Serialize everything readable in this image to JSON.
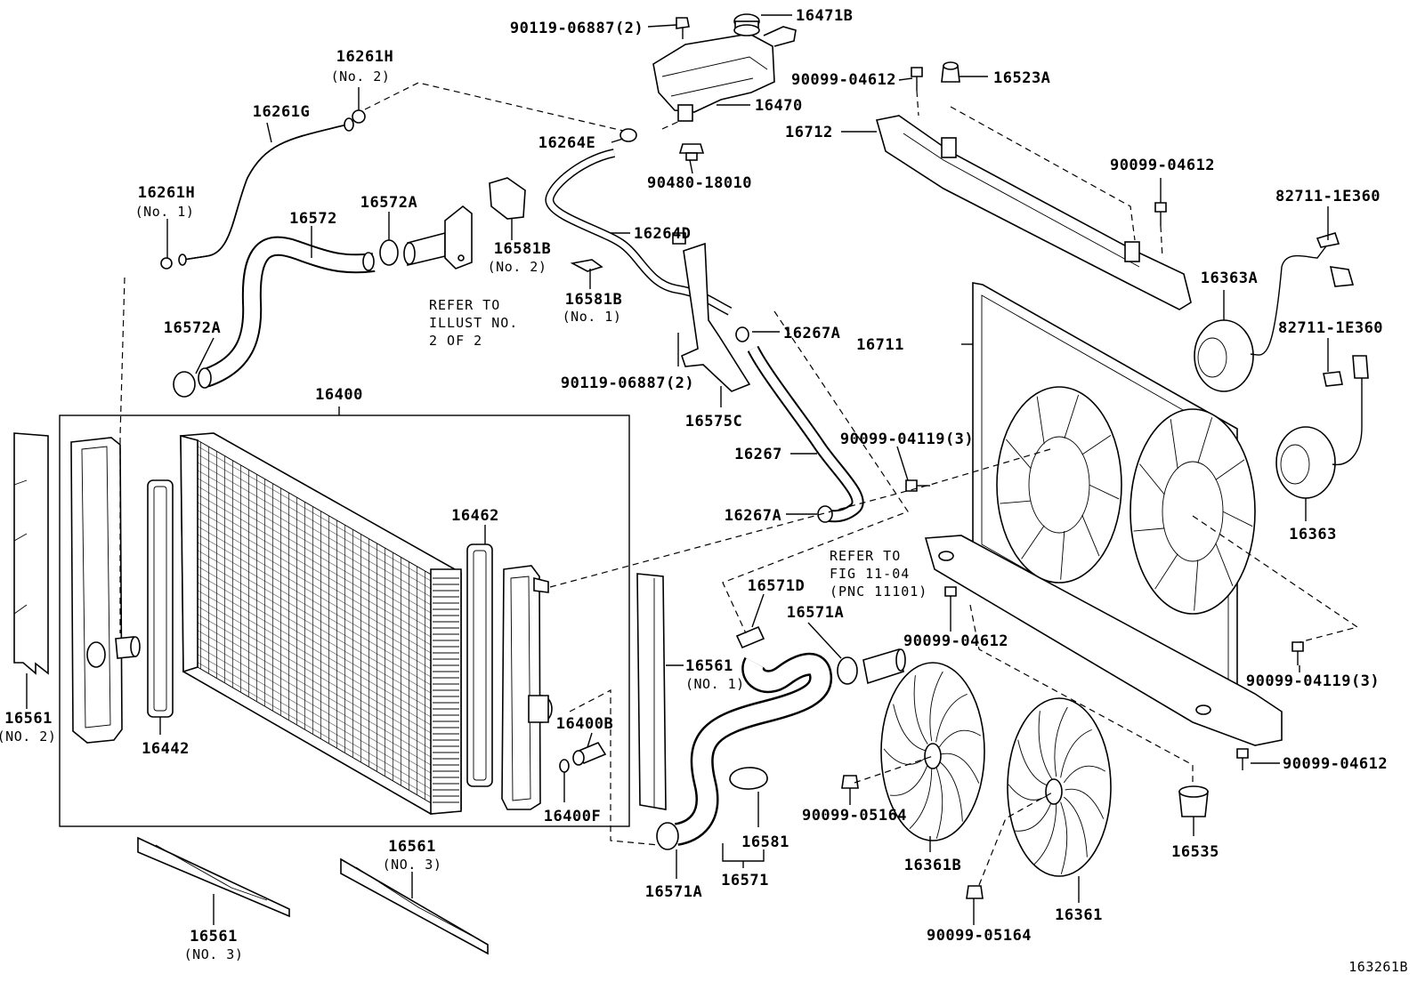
{
  "diagram": {
    "figure_code": "163261B",
    "assembly": {
      "group_label": "16400"
    },
    "parts": [
      {
        "id": "p01",
        "number": "90119-06887",
        "qty": "(2)"
      },
      {
        "id": "p02",
        "number": "16471B"
      },
      {
        "id": "p03",
        "number": "16261H",
        "note": "(No. 2)"
      },
      {
        "id": "p04",
        "number": "90099-04612"
      },
      {
        "id": "p05",
        "number": "16523A"
      },
      {
        "id": "p06",
        "number": "16261G"
      },
      {
        "id": "p07",
        "number": "16470"
      },
      {
        "id": "p08",
        "number": "16712"
      },
      {
        "id": "p09",
        "number": "16264E"
      },
      {
        "id": "p10",
        "number": "90480-18010"
      },
      {
        "id": "p11",
        "number": "90099-04612"
      },
      {
        "id": "p12",
        "number": "16261H",
        "note": "(No. 1)"
      },
      {
        "id": "p13",
        "number": "16572"
      },
      {
        "id": "p14",
        "number": "16572A"
      },
      {
        "id": "p15",
        "number": "16581B",
        "note": "(No. 2)"
      },
      {
        "id": "p16",
        "number": "16264D"
      },
      {
        "id": "p17",
        "number": "82711-1E360"
      },
      {
        "id": "p18",
        "number": "16581B",
        "note": "(No. 1)"
      },
      {
        "id": "p19",
        "number": "16363A"
      },
      {
        "id": "p20",
        "number": "16572A"
      },
      {
        "id": "p21",
        "number": "16267A"
      },
      {
        "id": "p22",
        "number": "82711-1E360"
      },
      {
        "id": "p23",
        "number": "90119-06887",
        "qty": "(2)"
      },
      {
        "id": "p24",
        "number": "16711"
      },
      {
        "id": "p25",
        "number": "16575C"
      },
      {
        "id": "p26",
        "number": "90099-04119",
        "qty": "(3)"
      },
      {
        "id": "p27",
        "number": "16267"
      },
      {
        "id": "p28",
        "number": "16363"
      },
      {
        "id": "p29",
        "number": "16267A"
      },
      {
        "id": "p30",
        "number": "16462"
      },
      {
        "id": "p31",
        "number": "16571D"
      },
      {
        "id": "p32",
        "number": "16571A"
      },
      {
        "id": "p33",
        "number": "90099-04612"
      },
      {
        "id": "p34",
        "number": "16561",
        "note": "(NO. 1)"
      },
      {
        "id": "p35",
        "number": "90099-04119",
        "qty": "(3)"
      },
      {
        "id": "p36",
        "number": "16561",
        "note": "(NO. 2)"
      },
      {
        "id": "p37",
        "number": "16400B"
      },
      {
        "id": "p38",
        "number": "16442"
      },
      {
        "id": "p39",
        "number": "90099-04612"
      },
      {
        "id": "p40",
        "number": "16400F"
      },
      {
        "id": "p41",
        "number": "90099-05164"
      },
      {
        "id": "p42",
        "number": "16581"
      },
      {
        "id": "p43",
        "number": "16361B"
      },
      {
        "id": "p44",
        "number": "16535"
      },
      {
        "id": "p45",
        "number": "16571A"
      },
      {
        "id": "p46",
        "number": "16571"
      },
      {
        "id": "p47",
        "number": "16561",
        "note": "(NO. 3)"
      },
      {
        "id": "p48",
        "number": "16561",
        "note": "(NO. 3)"
      },
      {
        "id": "p49",
        "number": "16361"
      },
      {
        "id": "p50",
        "number": "90099-05164"
      }
    ],
    "refer_notes": [
      {
        "id": "r1",
        "lines": [
          "REFER TO",
          "ILLUST NO.",
          "2 OF 2"
        ]
      },
      {
        "id": "r2",
        "lines": [
          "REFER TO",
          "FIG 11-04",
          "(PNC 11101)"
        ]
      }
    ]
  }
}
